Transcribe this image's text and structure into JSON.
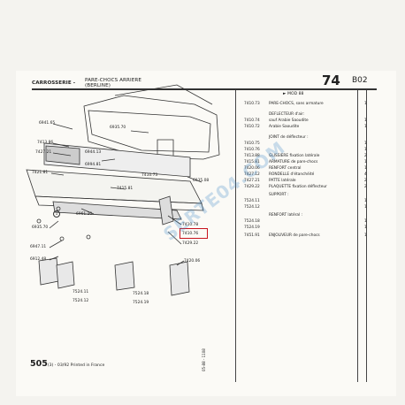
{
  "header": {
    "category": "CARROSSERIE -",
    "subtitle_line1": "PARE-CHOCS ARRIERE",
    "subtitle_line2": "(BERLINE)",
    "page_number": "74",
    "section": "B02"
  },
  "model_tag": "MOD 88",
  "parts": [
    {
      "ref": "7410.73",
      "desc": "PARE-CHOCS, sans armature",
      "qty": "1"
    },
    {
      "ref": "",
      "desc": "DEFLECTEUR d'air:",
      "qty": ""
    },
    {
      "ref": "7410.74",
      "desc": "sauf Arabie Saoudite",
      "qty": "1"
    },
    {
      "ref": "7410.72",
      "desc": "Arabie Saoudite",
      "qty": "1"
    },
    {
      "ref": "",
      "desc": "JOINT de déflecteur :",
      "qty": ""
    },
    {
      "ref": "7410.75",
      "desc": "",
      "qty": "1"
    },
    {
      "ref": "7410.76",
      "desc": "",
      "qty": "1"
    },
    {
      "ref": "7413.88",
      "desc": "GLISSIERE fixation latérale",
      "qty": "2"
    },
    {
      "ref": "7415.81",
      "desc": "ARMATURE de pare-chocs",
      "qty": "1"
    },
    {
      "ref": "7420.06",
      "desc": "RENFORT central",
      "qty": "1"
    },
    {
      "ref": "7427.12",
      "desc": "RONDELLE d'étanchéité",
      "qty": "4"
    },
    {
      "ref": "7427.21",
      "desc": "PATTE latérale",
      "qty": "2"
    },
    {
      "ref": "7429.22",
      "desc": "PLAQUETTE fixation déflecteur",
      "qty": "2"
    },
    {
      "ref": "",
      "desc": "SUPPORT :",
      "qty": ""
    },
    {
      "ref": "7524.11",
      "desc": "",
      "qty": "1"
    },
    {
      "ref": "7524.12",
      "desc": "",
      "qty": "1"
    },
    {
      "ref": "",
      "desc": "RENFORT latéral :",
      "qty": ""
    },
    {
      "ref": "7524.18",
      "desc": "",
      "qty": "1"
    },
    {
      "ref": "7524.19",
      "desc": "",
      "qty": "1"
    },
    {
      "ref": "7451.91",
      "desc": "ENJOLIVEUR de pare-chocs",
      "qty": "1"
    }
  ],
  "callouts": {
    "c1": "6941.65",
    "c2": "7413.86",
    "c3": "6935.70",
    "c4": "7427.21",
    "c5": "6944.13",
    "c6": "6994.81",
    "c7": "6935.08",
    "c8": "7421.81",
    "c9": "7415.81",
    "c10": "6961.20",
    "c11": "6935.70",
    "c12": "6947.11",
    "c13": "6912.48",
    "c14": "7410.78",
    "c15": "7410.76",
    "c16": "7429.22",
    "c17": "7420.06",
    "c18": "7524.11",
    "c19": "7524.12",
    "c20": "7524.18",
    "c21": "7524.19",
    "c22": "7410.73"
  },
  "circled": "1",
  "footer": {
    "code": "505",
    "suffix": "(3) - 03/92 Printed in France"
  },
  "vertical_note": "05-88 - 1108",
  "watermark": "SERTE04.COM",
  "colors": {
    "highlight": "#c8141e",
    "watermark": "#468cc8"
  }
}
